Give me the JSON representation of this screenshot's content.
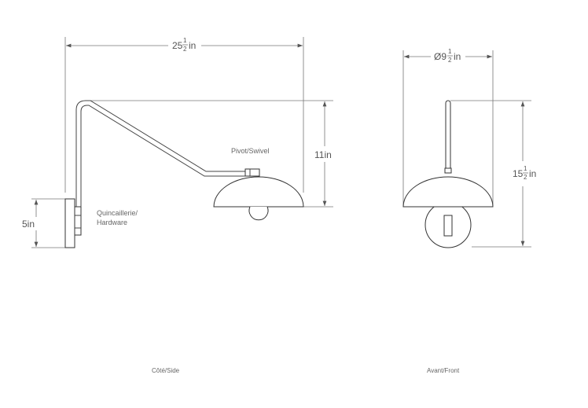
{
  "dimensions": {
    "width": {
      "whole": "25",
      "num": "1",
      "den": "2",
      "unit": "in"
    },
    "arm_height": {
      "text": "11in"
    },
    "plate_height": {
      "text": "5in"
    },
    "diameter": {
      "prefix": "Ø9",
      "num": "1",
      "den": "2",
      "unit": "in"
    },
    "total_height": {
      "whole": "15",
      "num": "1",
      "den": "2",
      "unit": "in"
    }
  },
  "labels": {
    "pivot": "Pivot/Swivel",
    "hardware_line1": "Quincaillerie/",
    "hardware_line2": "Hardware"
  },
  "views": {
    "side": "Côté/Side",
    "front": "Avant/Front"
  }
}
